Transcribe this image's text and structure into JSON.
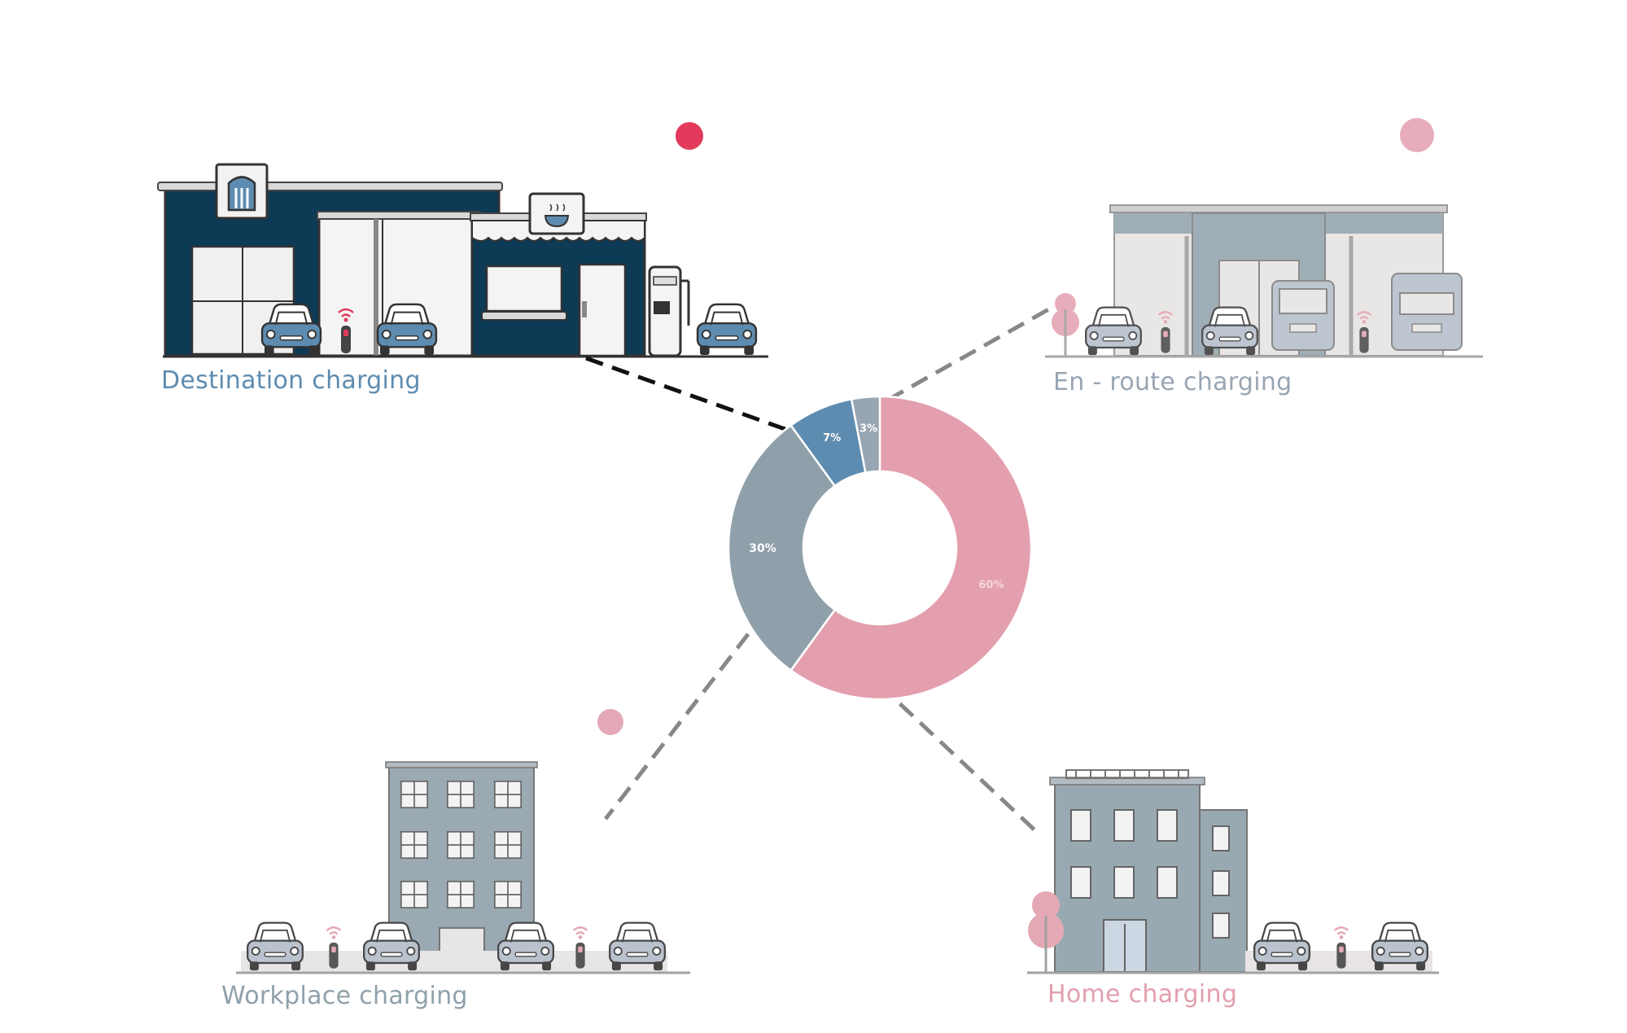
{
  "colors": {
    "destination": "#5e8cb0",
    "enroute": "#98a5b3",
    "workplace": "#8fa0aa",
    "home": "#e39fae",
    "navy": "#0d3a55",
    "accent_red": "#e33a5b",
    "accent_pink": "#e39fae",
    "ground": "#9a9a9a"
  },
  "categories": {
    "destination": {
      "label": "Destination charging",
      "icon": "storefront-with-cafe-illustration"
    },
    "enroute": {
      "label": "En - route charging",
      "icon": "roadside-service-station-illustration"
    },
    "workplace": {
      "label": "Workplace charging",
      "icon": "office-building-illustration"
    },
    "home": {
      "label": "Home charging",
      "icon": "apartment-building-illustration"
    }
  },
  "chart_data": {
    "type": "pie",
    "variant": "donut",
    "title": "",
    "slices": [
      {
        "key": "home",
        "label": "Home charging",
        "value": 60,
        "display": "60%"
      },
      {
        "key": "workplace",
        "label": "Workplace charging",
        "value": 30,
        "display": "30%"
      },
      {
        "key": "destination",
        "label": "Destination charging",
        "value": 7,
        "display": "7%"
      },
      {
        "key": "enroute",
        "label": "En - route charging",
        "value": 3,
        "display": "3%"
      }
    ],
    "start": "top",
    "direction": "clockwise",
    "legend": "none"
  }
}
